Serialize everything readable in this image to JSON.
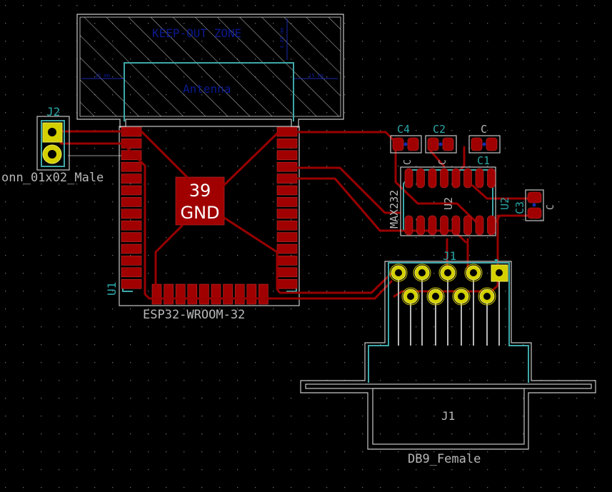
{
  "app": "KiCad PCB Editor",
  "colors": {
    "background": "#000000",
    "copper": "#a00000",
    "pad_highlight": "#c83232",
    "through_hole": "#d4d000",
    "silkscreen": "#c8c8c8",
    "fab_outline": "#3fa8a8",
    "keepout": "#0a1a90"
  },
  "keepout": {
    "title": "KEEP-OUT ZONE",
    "antenna_label": "Antenna",
    "dim_left": "15 mm",
    "dim_right": "15 mm",
    "dim_top": "4.88 mm"
  },
  "components": {
    "u1": {
      "ref": "U1",
      "value": "ESP32-WROOM-32",
      "gnd_pad_number": "39",
      "gnd_pad_net": "GND"
    },
    "j2": {
      "ref": "J2",
      "value": "onn_01x02_Male"
    },
    "u2": {
      "ref": "U2",
      "ref_alt": "U2",
      "value": "MAX232"
    },
    "c4": {
      "ref": "C4",
      "value": "C"
    },
    "c2": {
      "ref": "C2",
      "value": "C"
    },
    "c1": {
      "ref": "C1",
      "value": "C"
    },
    "c3": {
      "ref": "C3",
      "value": "C"
    },
    "j1": {
      "ref": "J1",
      "ref_fab": "J1",
      "value": "DB9_Female",
      "pin1_marker": "▼"
    }
  }
}
